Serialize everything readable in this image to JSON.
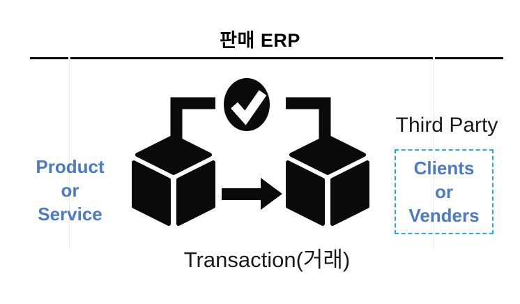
{
  "slide": {
    "title": "판매 ERP",
    "left_label": {
      "lines": [
        "Product",
        "or",
        "Service"
      ]
    },
    "right_title": "Third Party",
    "right_box": {
      "lines": [
        "Clients",
        "or",
        "Venders"
      ]
    },
    "caption": "Transaction(거래)",
    "icon": {
      "name": "transaction-cubes-check",
      "parts": [
        "checkmark-circle-icon",
        "connector-left",
        "connector-right",
        "cube-left-icon",
        "cube-right-icon",
        "arrow-right-icon"
      ]
    },
    "colors": {
      "blue_text": "#4A7BC4",
      "dashed_border": "#29A8DF",
      "icon_black": "#0A0A0A",
      "rule_black": "#000000",
      "divider_gray": "#E9E9E9",
      "background": "#FFFFFF"
    }
  }
}
